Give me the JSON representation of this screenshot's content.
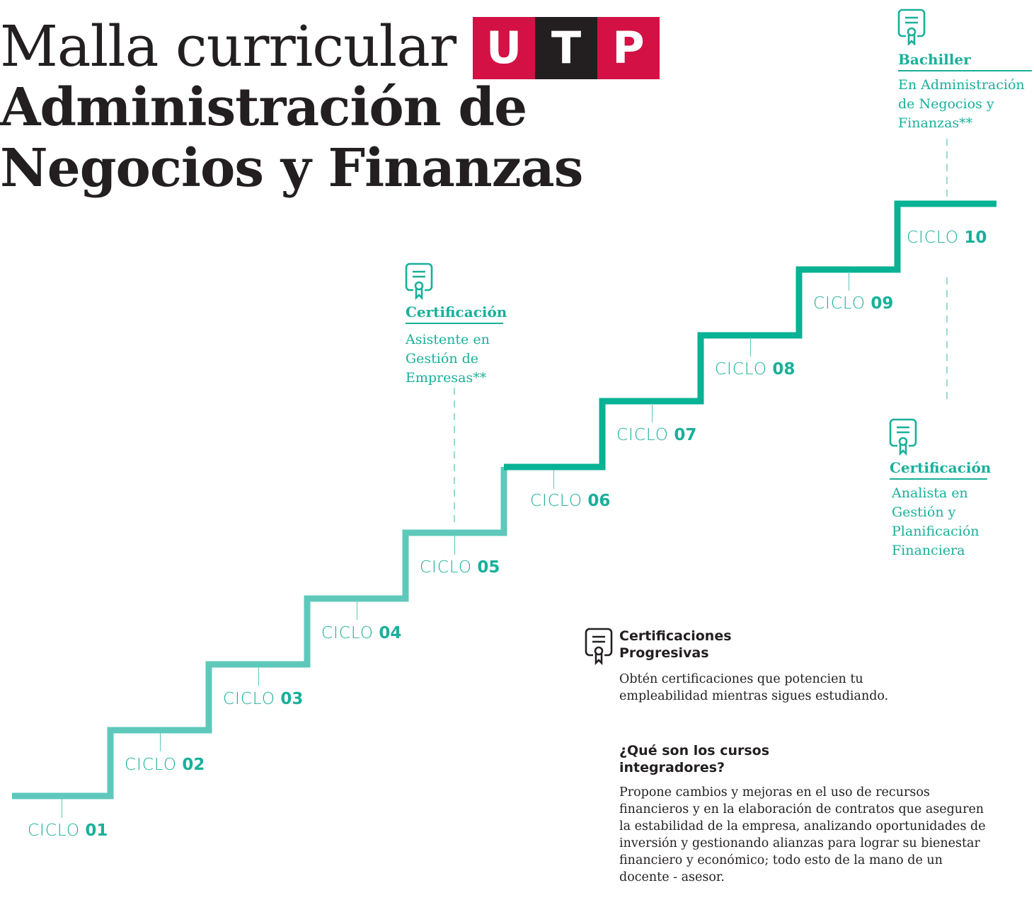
{
  "title": {
    "line1": "Malla curricular",
    "line2": "Administración de",
    "line3": "Negocios y Finanzas"
  },
  "logo": {
    "letters": [
      "U",
      "T",
      "P"
    ],
    "colors": [
      "#d31145",
      "#231f20",
      "#d31145"
    ]
  },
  "colors": {
    "stair_light": "#5ec8bb",
    "stair_dark": "#08b294",
    "accent_text": "#18b09a",
    "text": "#231f20"
  },
  "cycles": [
    {
      "prefix": "CICLO",
      "number": "01"
    },
    {
      "prefix": "CICLO",
      "number": "02"
    },
    {
      "prefix": "CICLO",
      "number": "03"
    },
    {
      "prefix": "CICLO",
      "number": "04"
    },
    {
      "prefix": "CICLO",
      "number": "05"
    },
    {
      "prefix": "CICLO",
      "number": "06"
    },
    {
      "prefix": "CICLO",
      "number": "07"
    },
    {
      "prefix": "CICLO",
      "number": "08"
    },
    {
      "prefix": "CICLO",
      "number": "09"
    },
    {
      "prefix": "CICLO",
      "number": "10"
    }
  ],
  "milestones": {
    "bachiller": {
      "icon": "certificate-icon",
      "title": "Bachiller",
      "lines": [
        "En Administración",
        "de Negocios y",
        "Finanzas**"
      ]
    },
    "cert_asistente": {
      "icon": "certificate-icon",
      "title": "Certificación",
      "lines": [
        "Asistente en",
        "Gestión de",
        "Empresas**"
      ]
    },
    "cert_analista": {
      "icon": "certificate-icon",
      "title": "Certificación",
      "lines": [
        "Analista en",
        "Gestión y",
        "Planificación",
        "Financiera"
      ]
    }
  },
  "legend": {
    "icon": "certificate-icon",
    "heading_lines": [
      "Certificaciones",
      "Progresivas"
    ],
    "text_lines": [
      "Obtén certificaciones que potencien tu",
      "empleabilidad mientras sigues estudiando."
    ]
  },
  "integradores": {
    "heading_lines": [
      "¿Qué son los cursos",
      "integradores?"
    ],
    "text_lines": [
      "Propone cambios y mejoras en el uso de recursos",
      "financieros y en la elaboración de contratos que aseguren",
      "la estabilidad de la empresa, analizando oportunidades de",
      "inversión y gestionando alianzas para lograr su bienestar",
      "financiero y económico; todo esto de la mano de un",
      "docente - asesor."
    ]
  }
}
